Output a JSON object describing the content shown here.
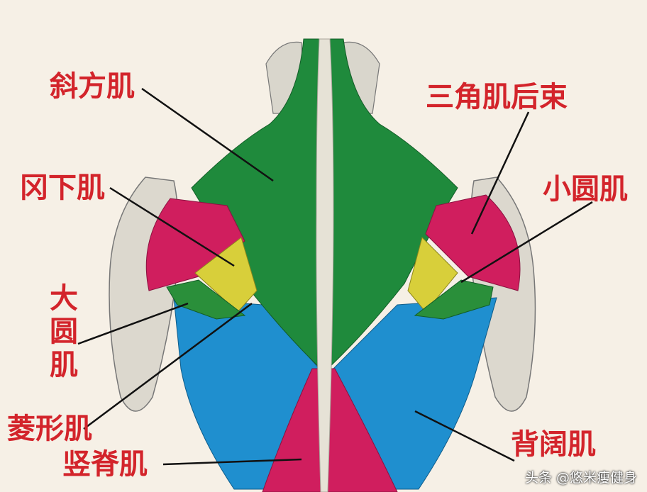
{
  "labels": {
    "trapezius": "斜方肌",
    "posterior_deltoid": "三角肌后束",
    "infraspinatus": "冈下肌",
    "teres_minor": "小圆肌",
    "teres_major": "大圆肌",
    "rhomboid": "菱形肌",
    "latissimus": "背阔肌",
    "erector_spinae": "竖脊肌"
  },
  "watermark": "头条 @悠米瘦健身",
  "colors": {
    "background": "#f6f0e6",
    "label": "#d3242b",
    "trapezius": "#1f8a3c",
    "latissimus": "#1f8fcf",
    "infraspinatus": "#d01e5e",
    "teres_minor": "#d8cf3a",
    "spine": "#e6e2d6",
    "arm": "#d9d6cc"
  }
}
